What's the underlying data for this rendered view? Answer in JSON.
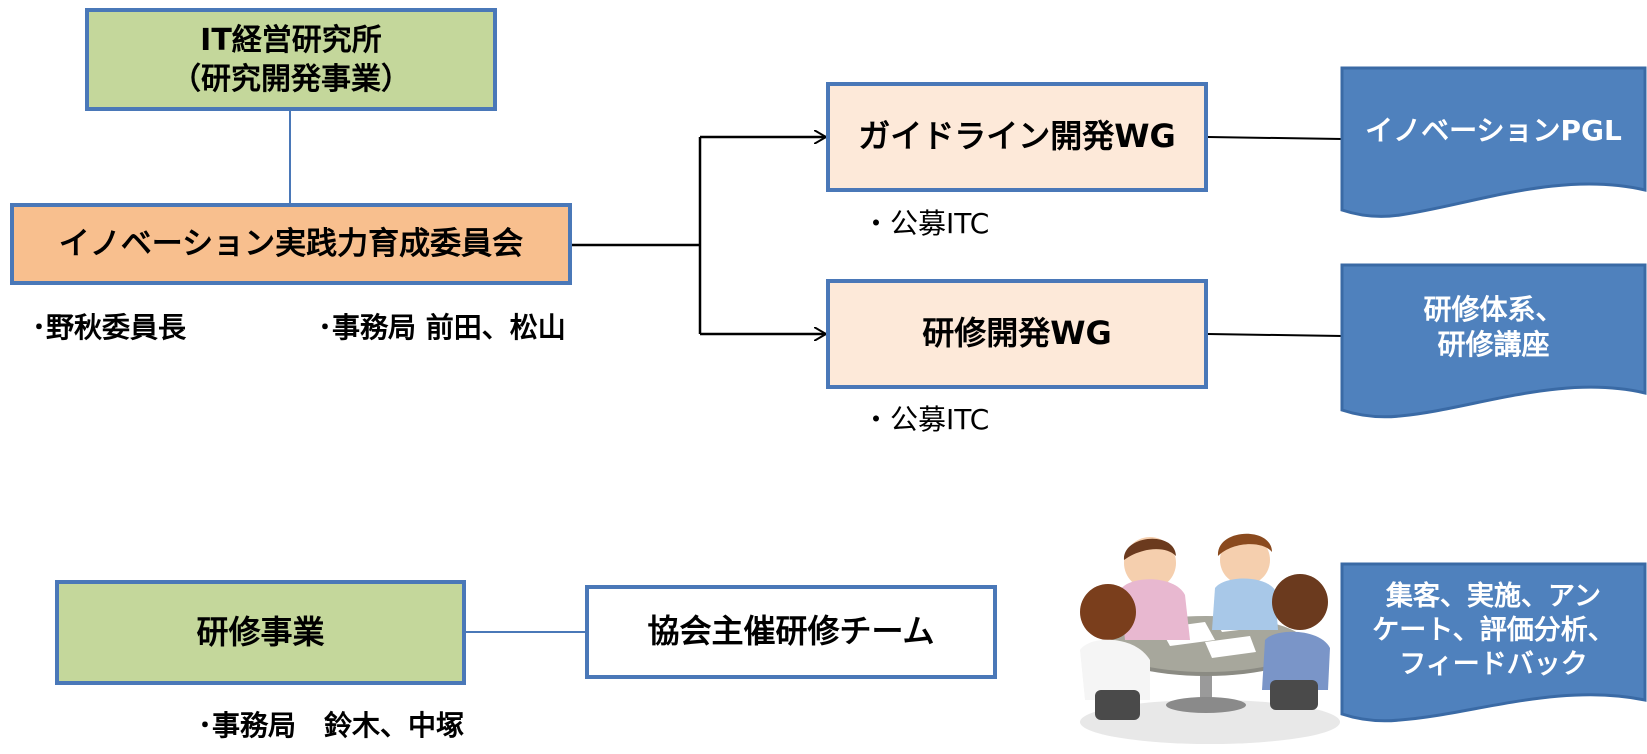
{
  "top_box": {
    "line1": "IT経営研究所",
    "line2": "（研究開発事業）"
  },
  "committee_box": {
    "label": "イノベーション実践力育成委員会"
  },
  "committee_notes": {
    "chair": "･野秋委員長",
    "secretariat": "･事務局 前田、松山"
  },
  "wg_guideline": {
    "label": "ガイドライン開発WG",
    "note": "・公募ITC"
  },
  "wg_training": {
    "label": "研修開発WG",
    "note": "・公募ITC"
  },
  "doc_pgl": {
    "label": "イノベーションPGL"
  },
  "doc_training": {
    "label": "研修体系、\n研修講座"
  },
  "training_business": {
    "label": "研修事業",
    "note": "･事務局　鈴木、中塚"
  },
  "team_box": {
    "label": "協会主催研修チーム"
  },
  "doc_activities": {
    "label": "集客、実施、アン\nケート、評価分析、\nフィードバック"
  },
  "meeting_illustration": {
    "icon": "meeting-people-illustration"
  },
  "colors": {
    "border_blue": "#4a78b8",
    "doc_fill": "#4f81bd",
    "green_fill": "#c4d79b",
    "orange_fill": "#f8bf8e",
    "peach_fill": "#fde9d9"
  }
}
